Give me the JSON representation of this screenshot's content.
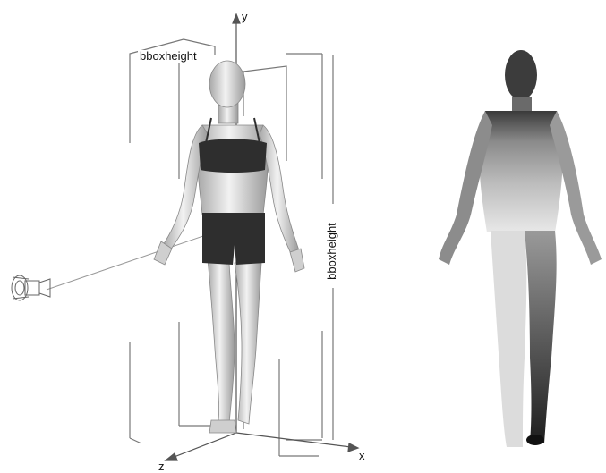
{
  "labels": {
    "bbox_top": "bboxheight",
    "bbox_side": "bboxheight",
    "axis_y": "y",
    "axis_x": "x",
    "axis_z": "z"
  },
  "colors": {
    "wireframe": "#777777",
    "skin": "#d9d9d9",
    "clothing": "#2e2e2e",
    "depth_near": "#1a1a1a",
    "depth_far": "#e6e6e6"
  }
}
